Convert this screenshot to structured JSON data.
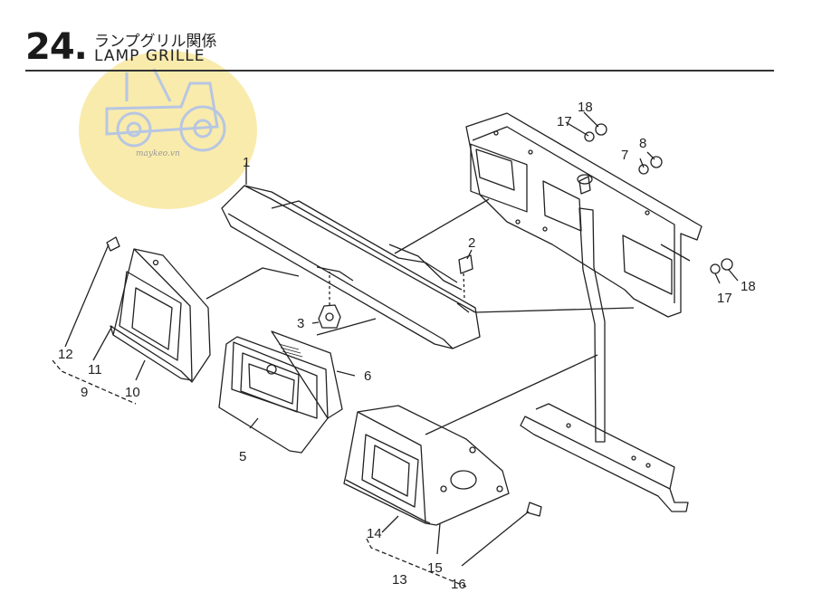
{
  "header": {
    "section_number": "24.",
    "title_japanese": "ランプグリル関係",
    "title_english": "LAMP GRILLE"
  },
  "watermark": {
    "text": "maykeo.vn"
  },
  "callouts": [
    "1",
    "2",
    "3",
    "5",
    "6",
    "7",
    "8",
    "9",
    "10",
    "11",
    "12",
    "13",
    "14",
    "15",
    "16",
    "17",
    "17",
    "18",
    "18"
  ]
}
